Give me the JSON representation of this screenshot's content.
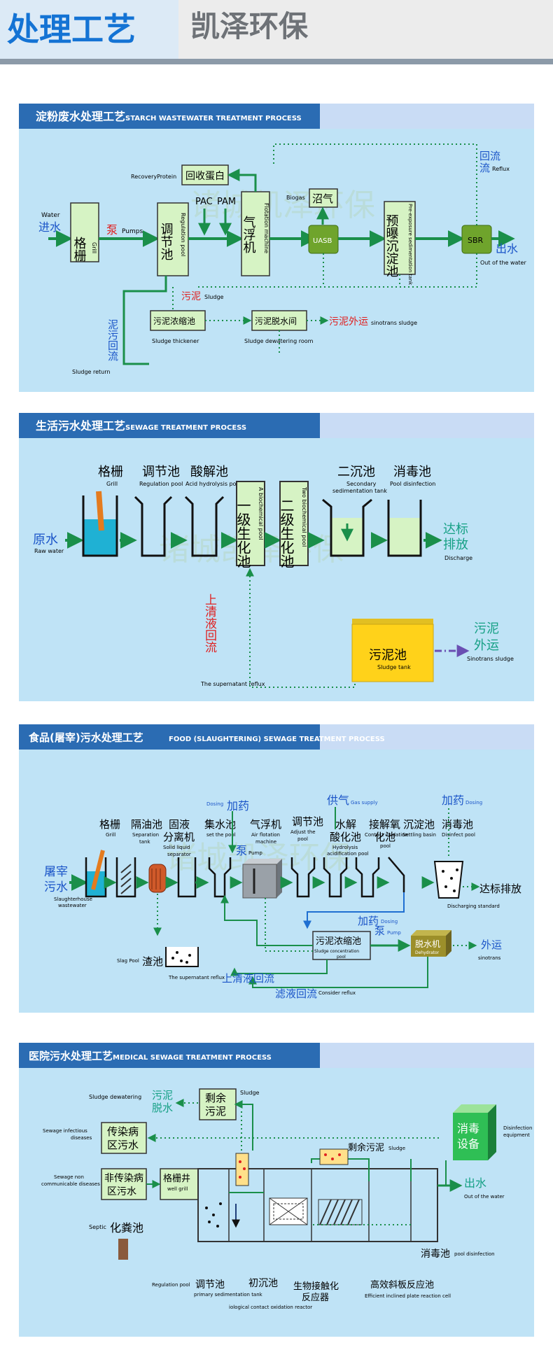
{
  "header": {
    "title": "处理工艺",
    "company": "凯泽环保"
  },
  "watermark": "诸城凯泽环保",
  "s1": {
    "title_cn": "淀粉废水处理工艺",
    "title_en": "STARCH WASTEWATER TREATMENT PROCESS",
    "water_en": "Water",
    "water_cn": "进水",
    "grill_cn": "格栅",
    "grill_en": "Grill",
    "pump_cn": "泵",
    "pump_en": "Pumps",
    "reg_cn": "调节池",
    "reg_en": "Regulation pool",
    "pac": "PAC",
    "pam": "PAM",
    "flot_cn": "气浮机",
    "flot_en": "Flotation machine",
    "recprot_en": "RecoveryProtein",
    "recprot_cn": "回收蛋白",
    "biogas_en": "Biogas",
    "biogas_cn": "沼气",
    "uasb": "UASB",
    "pre_cn": "预曝沉淀池",
    "pre_en": "Pre-exposure sedimentation tank",
    "sbr": "SBR",
    "reflux_cn": "回流",
    "reflux_en": "Reflux",
    "out_cn": "出水",
    "out_en": "Out of the water",
    "sludge_cn": "污泥",
    "sludge_en": "Sludge",
    "sret_cn": "泥污回流",
    "sret_en": "Sludge return",
    "thick_cn": "污泥浓缩池",
    "thick_en": "Sludge thickener",
    "dew_cn": "污泥脱水间",
    "dew_en": "Sludge dewatering room",
    "trans_cn": "污泥外运",
    "trans_en": "sinotrans sludge"
  },
  "s2": {
    "title_cn": "生活污水处理工艺",
    "title_en": "SEWAGE TREATMENT PROCESS",
    "grill_cn": "格栅",
    "grill_en": "Grill",
    "reg_cn": "调节池",
    "reg_en": "Regulation pool",
    "acid_cn": "酸解池",
    "acid_en": "Acid hydrolysis pool",
    "bio1_cn": "一级生化池",
    "bio1_en": "A biochemical pool",
    "bio2_cn": "二级生化池",
    "bio2_en": "Two biochemical pool",
    "sec_cn": "二沉池",
    "sec_en1": "Secondary",
    "sec_en2": "sedimentation tank",
    "dis_cn": "消毒池",
    "dis_en": "Pool disinfection",
    "raw_cn": "原水",
    "raw_en": "Raw water",
    "std_cn1": "达标",
    "std_cn2": "排放",
    "std_en": "Discharge",
    "sup_cn": "上清液回流",
    "sup_en": "The supernatant reflux",
    "tank_cn": "污泥池",
    "tank_en": "Sludge tank",
    "trans_cn1": "污泥",
    "trans_cn2": "外运",
    "trans_en": "Sinotrans sludge"
  },
  "s3": {
    "title_cn": "食品(屠宰)污水处理工艺",
    "title_en": "FOOD (SLAUGHTERING) SEWAGE TREATMENT PROCESS",
    "grill_cn": "格栅",
    "grill_en": "Grill",
    "sep_cn": "隔油池",
    "sep_en1": "Separation",
    "sep_en2": "tank",
    "sls_cn1": "固液",
    "sls_cn2": "分离机",
    "sls_en1": "Solid liquid",
    "sls_en2": "separator",
    "dosing_en": "Dosing",
    "dosing_cn": "加药",
    "set_cn": "集水池",
    "set_en": "set the pool",
    "pump_cn": "泵",
    "pump_en": "Pump",
    "air_cn": "气浮机",
    "air_en1": "Air flotation",
    "air_en2": "machine",
    "adj_cn": "调节池",
    "adj_en1": "Adjust the",
    "adj_en2": "pool",
    "gas_cn": "供气",
    "gas_en": "Gas supply",
    "hyd_cn1": "水解",
    "hyd_cn2": "酸化池",
    "hyd_en1": "Hydrolysis",
    "hyd_en2": "acidification pool",
    "cont_cn1": "接解氧",
    "cont_cn2": "化池",
    "cont_en1": "Contact oxidation",
    "cont_en2": "pool",
    "settle_cn": "沉淀池",
    "settle_en": "Settling basin",
    "dis_cn": "消毒池",
    "dis_en": "Disinfect pool",
    "dosing2_cn": "加药",
    "dosing2_en": "Dosing",
    "sw_cn1": "屠宰",
    "sw_cn2": "污水",
    "sw_en1": "Slaughterhouse",
    "sw_en2": "wastewater",
    "std_cn": "达标排放",
    "std_en": "Discharging standard",
    "dosing3_cn": "加药",
    "dosing3_en": "Dosing",
    "slag_en": "Slag Pool",
    "slag_cn": "渣池",
    "conc_cn": "污泥浓缩池",
    "conc_en1": "Sludge concentration",
    "conc_en2": "pool",
    "pump2_cn": "泵",
    "pump2_en": "Pump",
    "dehy_cn": "脱水机",
    "dehy_en": "Dehydrator",
    "out_cn": "外运",
    "out_en": "sinotrans",
    "sup_en": "The supernatant reflux",
    "sup_cn": "上清液回流",
    "filt_cn": "滤液回流",
    "filt_en": "Consider reflux"
  },
  "s4": {
    "title_cn": "医院污水处理工艺",
    "title_en": "MEDICAL SEWAGE TREATMENT PROCESS",
    "sdw_en": "Sludge dewatering",
    "sdw_cn1": "污泥",
    "sdw_cn2": "脱水",
    "rem_cn1": "剩余",
    "rem_cn2": "污泥",
    "sludge_en": "Sludge",
    "inf_en1": "Sewage infectious",
    "inf_en2": "diseases",
    "inf_cn1": "传染病",
    "inf_cn2": "区污水",
    "dev_cn1": "消毒",
    "dev_cn2": "设备",
    "dev_en1": "Disinfection",
    "dev_en2": "equipment",
    "rem2_cn": "剩余污泥",
    "rem2_en": "Sludge",
    "non_en1": "Sewage non",
    "non_en2": "communicable diseases",
    "non_cn1": "非传染病",
    "non_cn2": "区污水",
    "well_cn": "格栅井",
    "well_en": "well grill",
    "out_cn": "出水",
    "out_en": "Out of the water",
    "septic_en": "Septic",
    "septic_cn": "化粪池",
    "pd_cn": "消毒池",
    "pd_en": "pool disinfection",
    "reg_en": "Regulation pool",
    "reg_cn": "调节池",
    "prim_cn": "初沉池",
    "prim_en": "primary sedimentation tank",
    "bio_cn1": "生物接触化",
    "bio_cn2": "反应器",
    "bio_en": "iological contact oxidation reactor",
    "eff_cn": "高效斜板反应池",
    "eff_en": "Efficient inclined plate reaction cell"
  },
  "colors": {
    "panel_bg": "#bfe3f6",
    "title_bar": "#2b6cb3",
    "box_fill": "#d6f3c4",
    "pipe": "#1a8f4a",
    "header_blue": "#1473d4",
    "red": "#e02020"
  }
}
